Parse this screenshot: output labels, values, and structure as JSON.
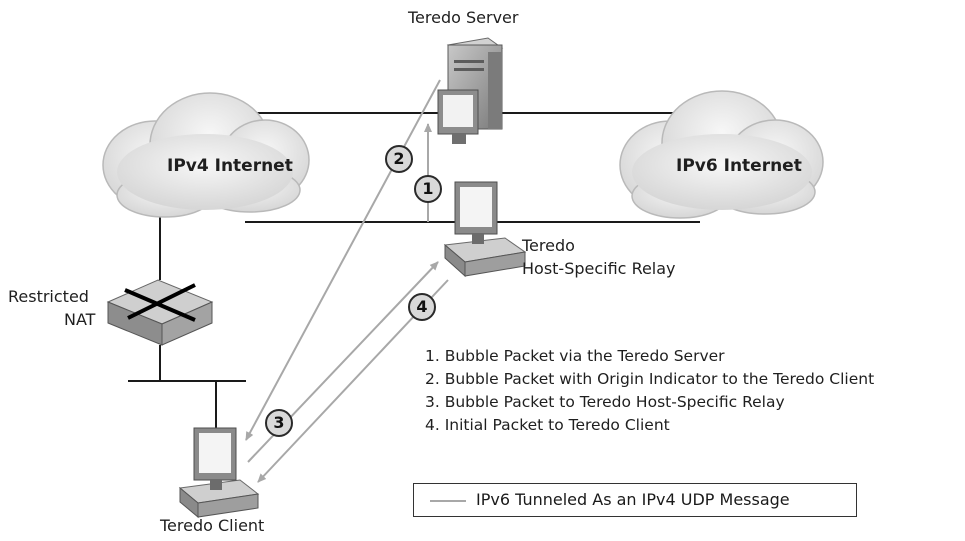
{
  "nodes": {
    "teredo_server": "Teredo Server",
    "ipv4_internet": "IPv4 Internet",
    "ipv6_internet": "IPv6 Internet",
    "relay_line1": "Teredo",
    "relay_line2": "Host-Specific Relay",
    "nat_line1": "Restricted",
    "nat_line2": "NAT",
    "teredo_client": "Teredo Client"
  },
  "badges": [
    "1",
    "2",
    "3",
    "4"
  ],
  "steps": [
    "1. Bubble Packet via the Teredo Server",
    "2. Bubble Packet with Origin Indicator to the Teredo Client",
    "3. Bubble Packet to Teredo Host-Specific Relay",
    "4. Initial Packet to Teredo Client"
  ],
  "legend": {
    "text": "IPv6 Tunneled As an IPv4 UDP Message",
    "line_color": "#a8a8a8"
  },
  "colors": {
    "line": "#1a1a1a",
    "tunnel": "#a8a8a8",
    "cloud": "#e4e4e4",
    "device": "#9a9a9a"
  }
}
